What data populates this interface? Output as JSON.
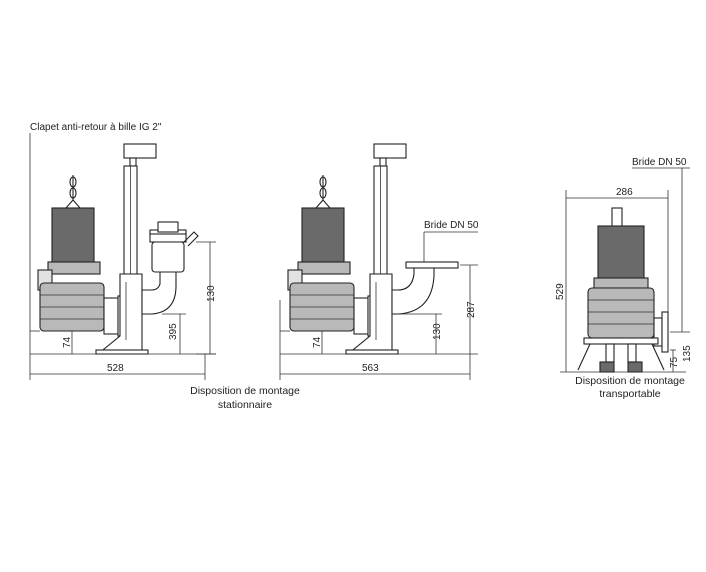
{
  "labels": {
    "check_valve": "Clapet anti-retour à bille IG 2\"",
    "flange_mid": "Bride DN 50",
    "flange_right": "Bride DN 50"
  },
  "dims": {
    "left_width": "528",
    "left_height": "130",
    "left_mid": "395",
    "left_foot": "74",
    "mid_width": "563",
    "mid_height": "287",
    "mid_mid": "130",
    "mid_foot": "74",
    "right_top": "286",
    "right_height": "529",
    "right_a": "135",
    "right_b": "75"
  },
  "captions": {
    "left_l1": "Disposition de montage",
    "left_l2": "stationnaire",
    "right_l1": "Disposition de montage",
    "right_l2": "transportable"
  },
  "colors": {
    "line": "#222222",
    "motor_dark": "#6a6a6a",
    "casing_grey": "#b9b9b9"
  }
}
